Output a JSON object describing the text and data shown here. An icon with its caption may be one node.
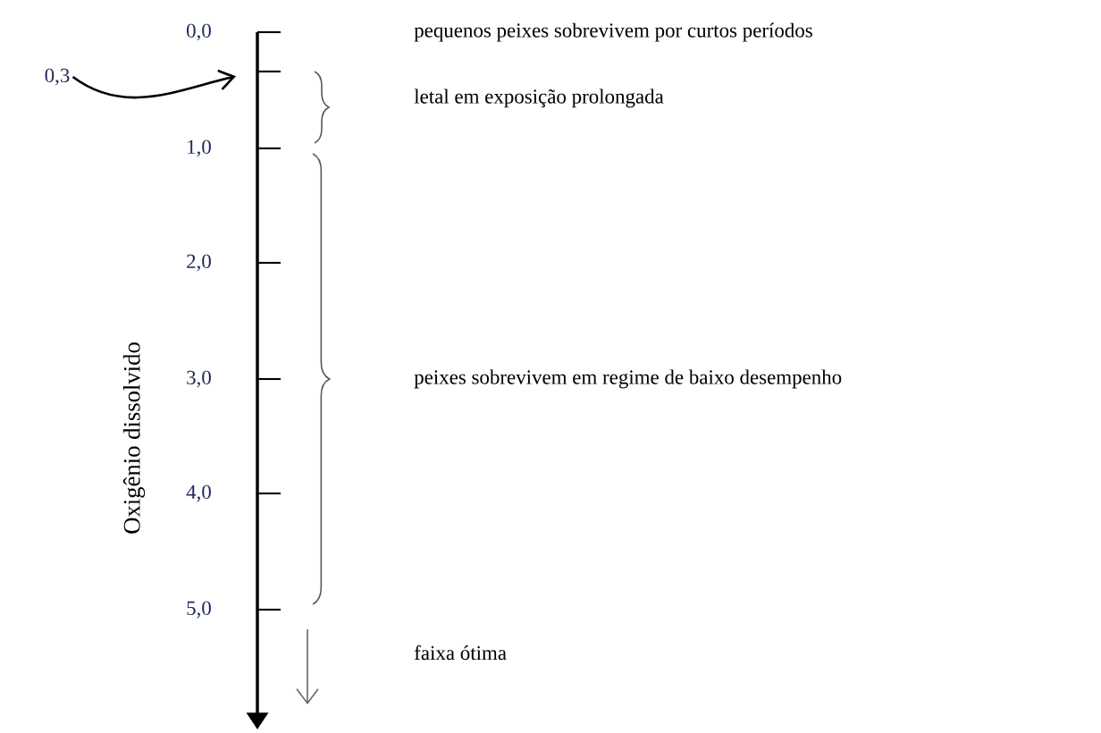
{
  "diagram": {
    "nodes": [
      {
        "text": [
          "0,3"
        ]
      },
      {
        "text": [],
        "shape": "bar"
      }
    ],
    "edges": [
      {
        "from": 0,
        "to": 1,
        "arrow": "to"
      }
    ],
    "labels": [
      "0,0",
      "pequenos peixes sobrevivem por curtos períodos",
      "letal em exposição prolongada",
      "1,0",
      "2,0",
      "3,0",
      "peixes sobrevivem em regime de baixo desempenho",
      "4,0",
      "5,0",
      "faixa ótima",
      "Oxigênio dissolvido"
    ]
  }
}
